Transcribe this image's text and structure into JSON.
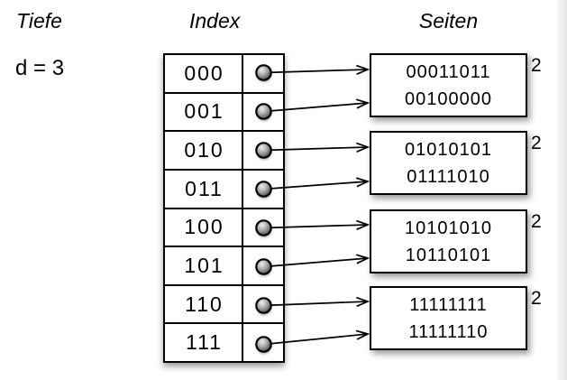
{
  "labels": {
    "depth_title": "Tiefe",
    "depth_value": "d = 3",
    "index_title": "Index",
    "pages_title": "Seiten"
  },
  "index_table": {
    "entries": [
      "000",
      "001",
      "010",
      "011",
      "100",
      "101",
      "110",
      "111"
    ]
  },
  "pages": [
    {
      "lines": [
        "00011011",
        "00100000"
      ],
      "local_depth": "2"
    },
    {
      "lines": [
        "01010101",
        "01111010"
      ],
      "local_depth": "2"
    },
    {
      "lines": [
        "10101010",
        "10110101"
      ],
      "local_depth": "2"
    },
    {
      "lines": [
        "11111111",
        "11111110"
      ],
      "local_depth": "2"
    }
  ],
  "colors": {
    "ink": "#000000",
    "background": "#ffffff",
    "ball_highlight": "#efefef",
    "ball_mid": "#a8a8a8",
    "ball_dark": "#383838",
    "right_edge": "#e6e6e6"
  }
}
